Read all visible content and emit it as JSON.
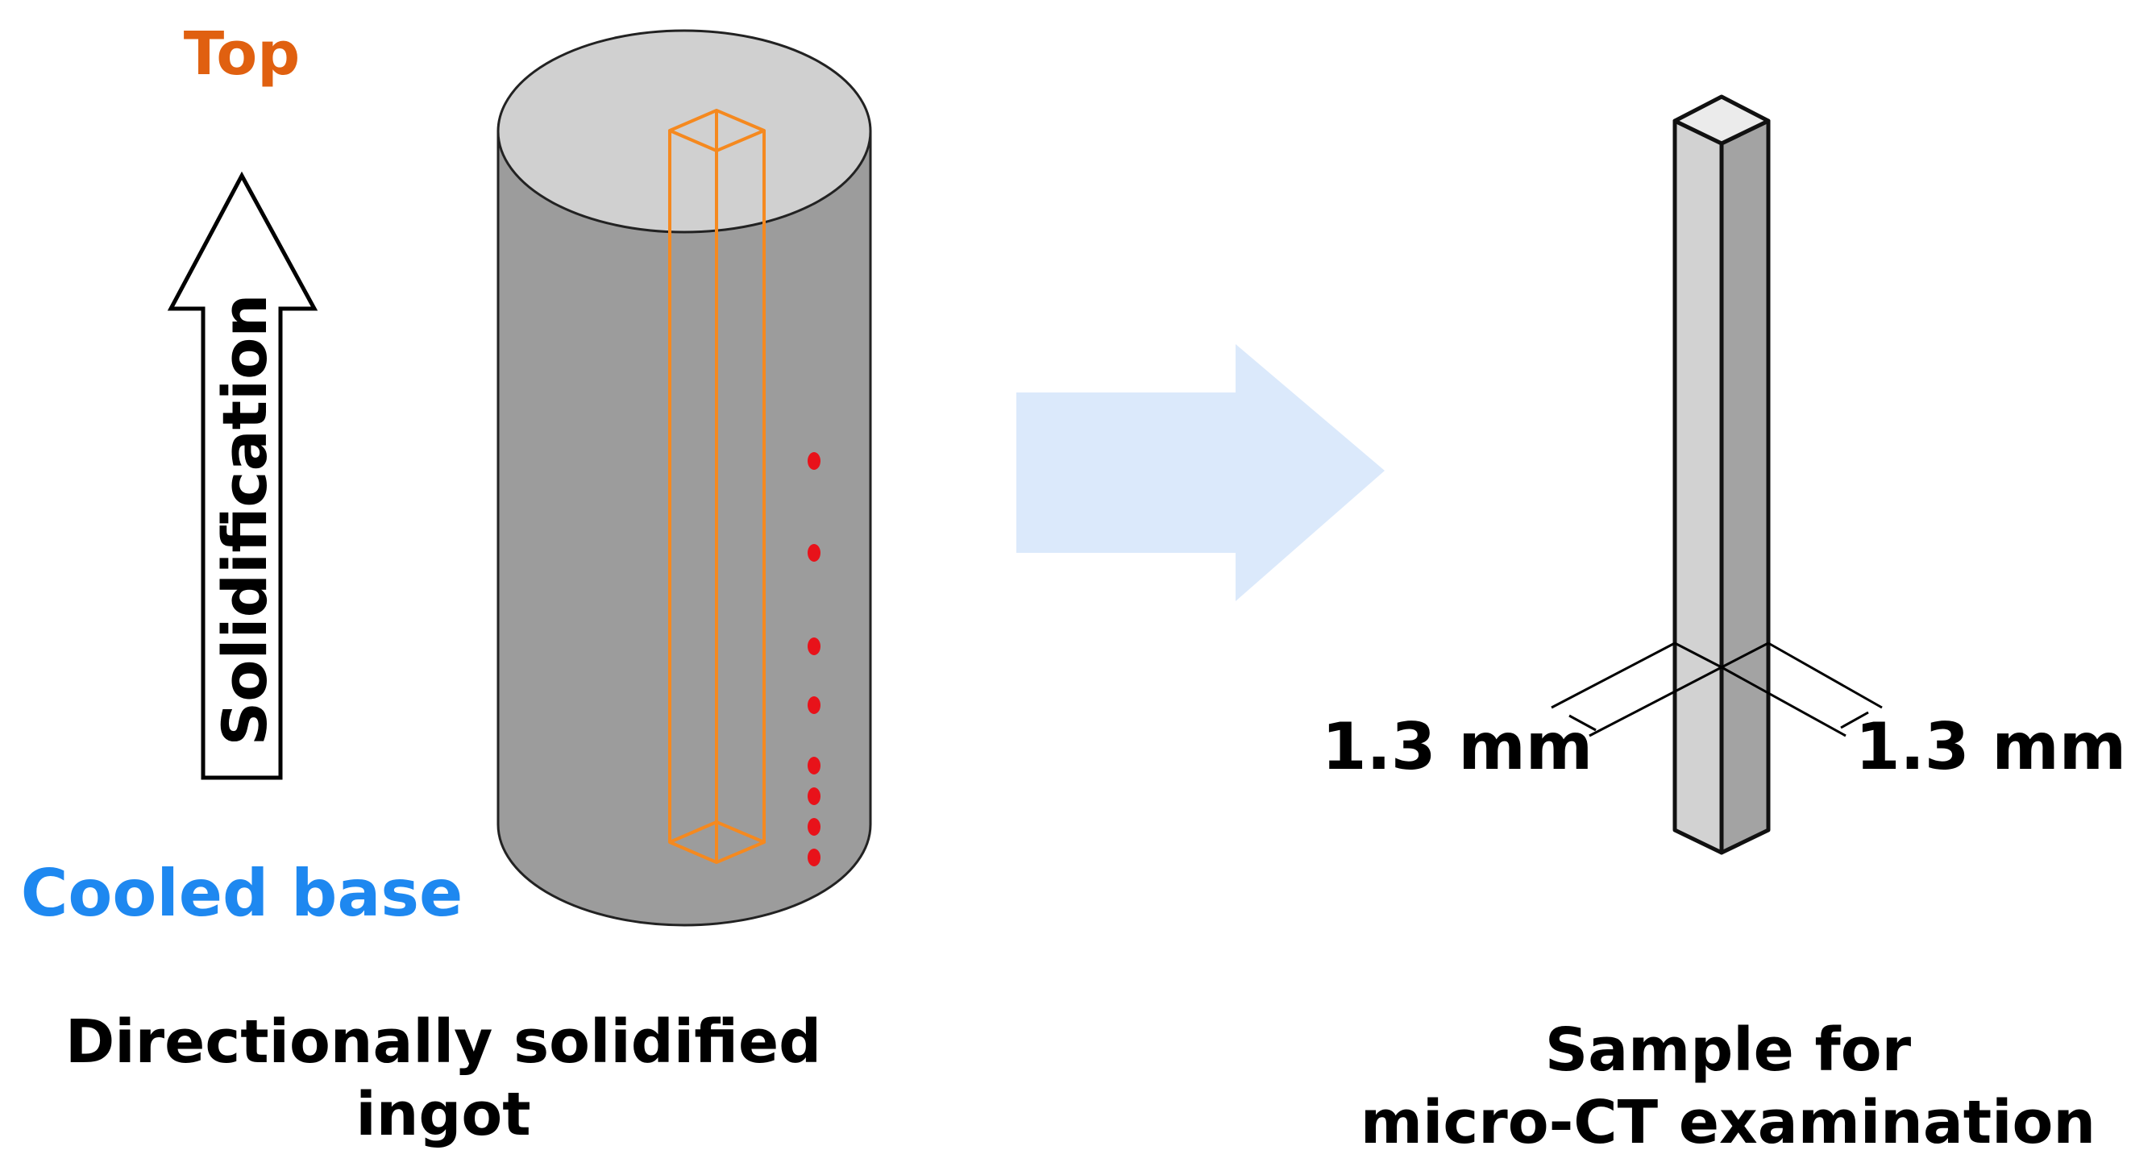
{
  "labels": {
    "top": "Top",
    "cooled_base": "Cooled base",
    "solidification": "Solidification",
    "ingot_caption_line1": "Directionally solidified",
    "ingot_caption_line2": "ingot",
    "dim_left": "1.3 mm",
    "dim_right": "1.3 mm",
    "sample_caption_line1": "Sample for",
    "sample_caption_line2": "micro-CT examination"
  },
  "colors": {
    "top_label": "#e06010",
    "cooled_label": "#1e88f0",
    "cylinder_side": "#9c9c9c",
    "cylinder_top": "#d0d0d0",
    "sample_outline": "#f5891f",
    "defect_dots": "#e8121a",
    "process_arrow": "#dbe9fb",
    "bar_front": "#d2d2d2",
    "bar_side": "#a3a3a3",
    "bar_top": "#ebebeb"
  },
  "icons": {
    "direction_arrow": "up-arrow-icon",
    "process_arrow": "right-arrow-icon"
  }
}
